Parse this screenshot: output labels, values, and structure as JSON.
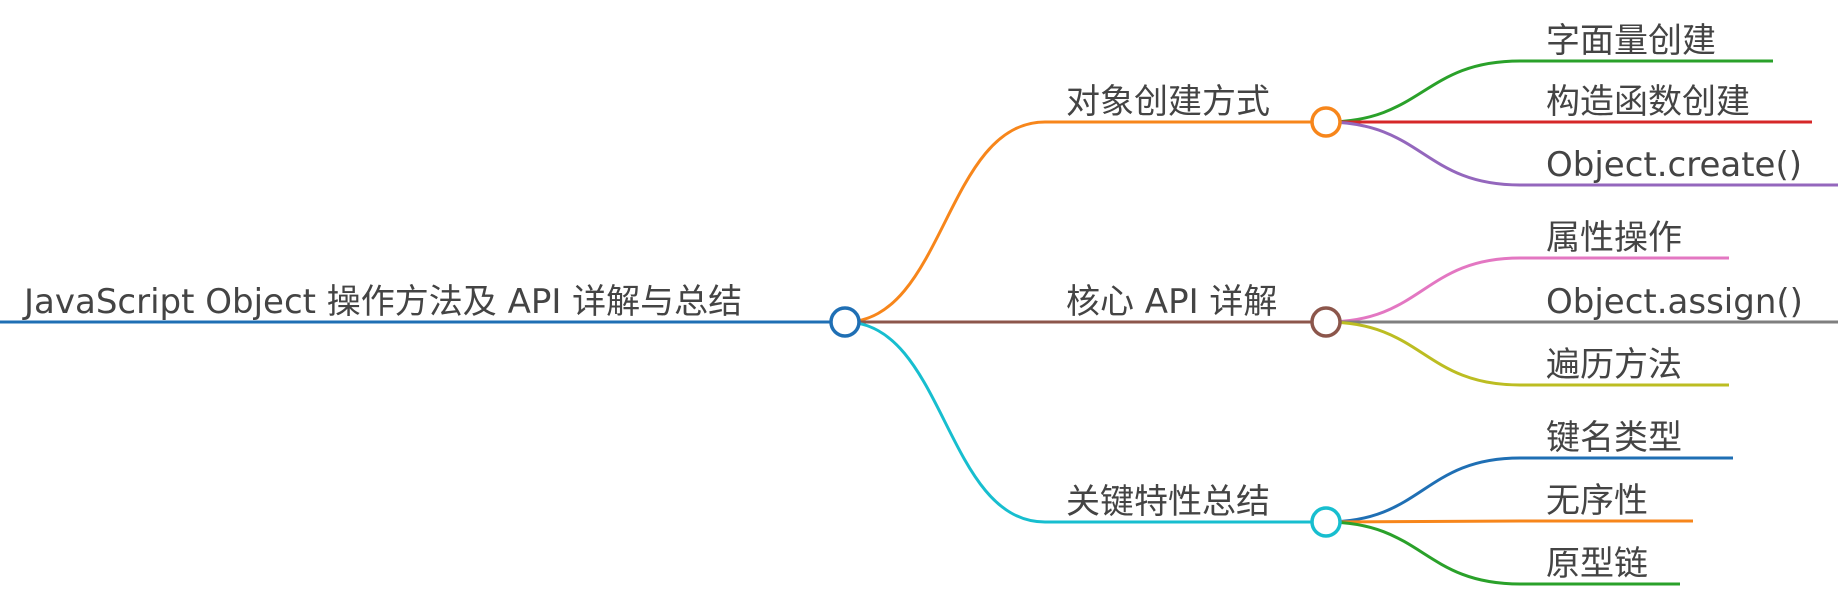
{
  "mindmap": {
    "root": {
      "label": "JavaScript Object 操作方法及 API 详解与总结",
      "color": "#1f6fb4"
    },
    "branches": [
      {
        "label": "对象创建方式",
        "color": "#f7861b",
        "children": [
          {
            "label": "字面量创建",
            "color": "#2aa12a"
          },
          {
            "label": "构造函数创建",
            "color": "#d62728"
          },
          {
            "label": "Object.create()",
            "color": "#9467bd"
          }
        ]
      },
      {
        "label": "核心 API 详解",
        "color": "#8c564b",
        "children": [
          {
            "label": "属性操作",
            "color": "#e377c2"
          },
          {
            "label": "Object.assign()",
            "color": "#7f7f7f"
          },
          {
            "label": "遍历方法",
            "color": "#bcbd22"
          }
        ]
      },
      {
        "label": "关键特性总结",
        "color": "#17becf",
        "children": [
          {
            "label": "键名类型",
            "color": "#1f6fb4"
          },
          {
            "label": "无序性",
            "color": "#f7861b"
          },
          {
            "label": "原型链",
            "color": "#2aa12a"
          }
        ]
      }
    ]
  }
}
